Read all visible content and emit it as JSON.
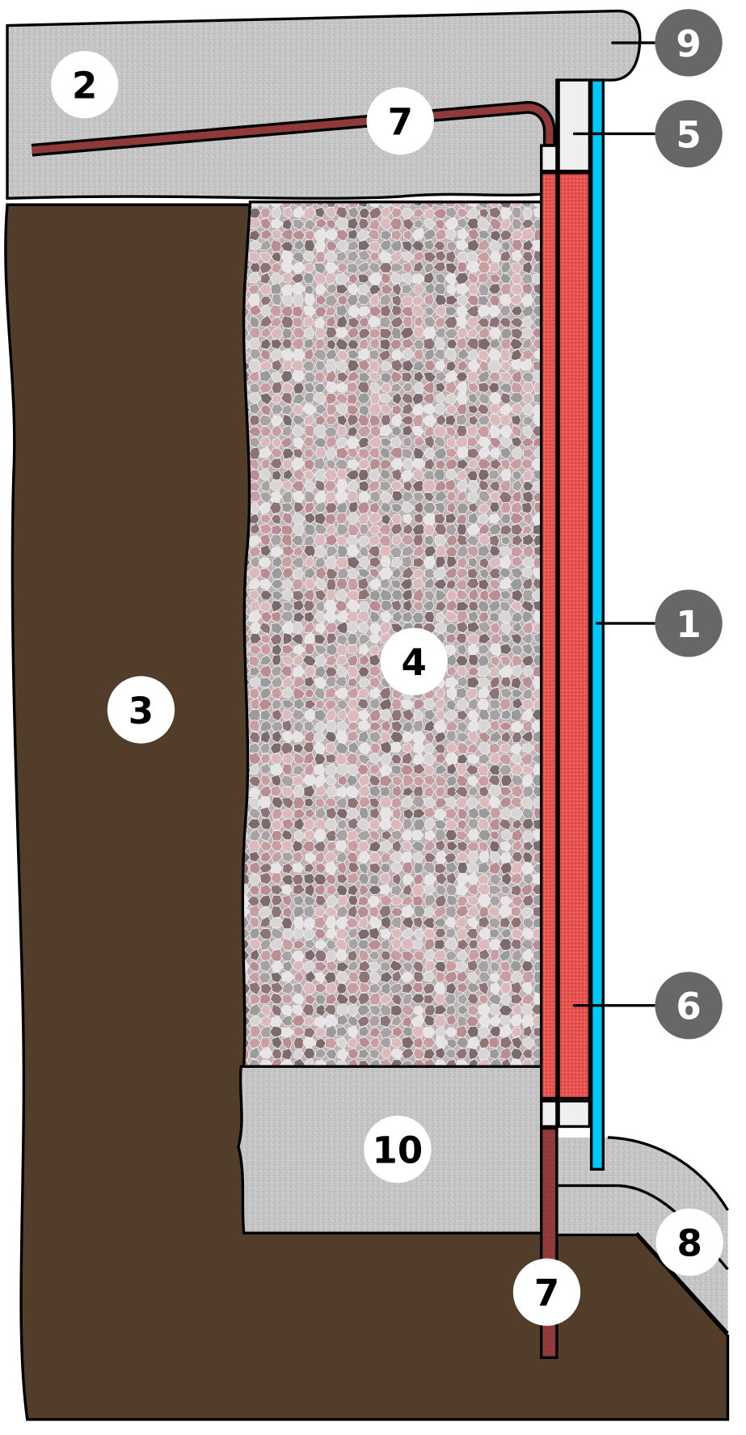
{
  "colors": {
    "soil": "#523c2a",
    "concrete": "#c4c4c4",
    "insulation": "#e8524e",
    "membrane_blue": "#00c8f8",
    "pipe": "#8e3a3a",
    "spacer": "#efefef",
    "callout_dark": "#676767",
    "callout_light": "#ffffff"
  },
  "callouts": {
    "c1": "1",
    "c2": "2",
    "c3": "3",
    "c4": "4",
    "c5": "5",
    "c6": "6",
    "c7_top": "7",
    "c7_bottom": "7",
    "c8": "8",
    "c9": "9",
    "c10": "10"
  }
}
